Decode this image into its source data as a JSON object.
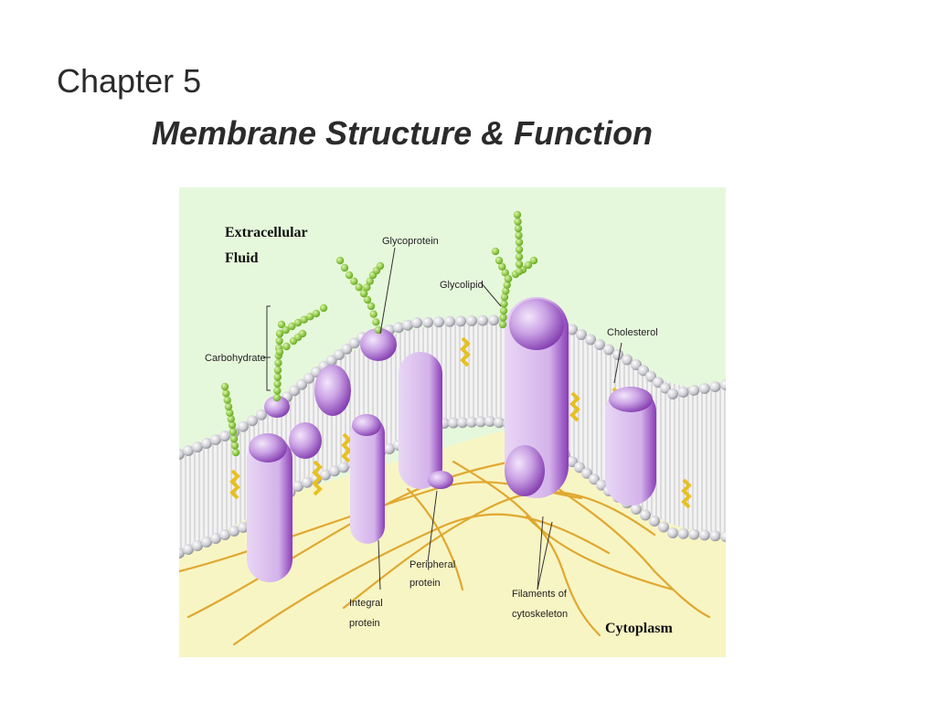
{
  "slide": {
    "chapter": "Chapter 5",
    "title": "Membrane Structure & Function"
  },
  "figure": {
    "region_labels": {
      "extracellular_line1": "Extracellular",
      "extracellular_line2": "Fluid",
      "cytoplasm": "Cytoplasm"
    },
    "labels": {
      "glycoprotein": "Glycoprotein",
      "glycolipid": "Glycolipid",
      "carbohydrate": "Carbohydrate",
      "cholesterol": "Cholesterol",
      "peripheral_line1": "Peripheral",
      "peripheral_line2": "protein",
      "integral_line1": "Integral",
      "integral_line2": "protein",
      "filaments_line1": "Filaments of",
      "filaments_line2": "cytoskeleton"
    },
    "colors": {
      "extracellular": "#e6f8dc",
      "cytoplasm": "#f8f5c4",
      "lipid_head": "#c9c9cf",
      "protein": "#b070d0",
      "carbohydrate_beads": "#8ccc2a",
      "cholesterol": "#e8c020",
      "filaments": "#e0a830"
    }
  }
}
